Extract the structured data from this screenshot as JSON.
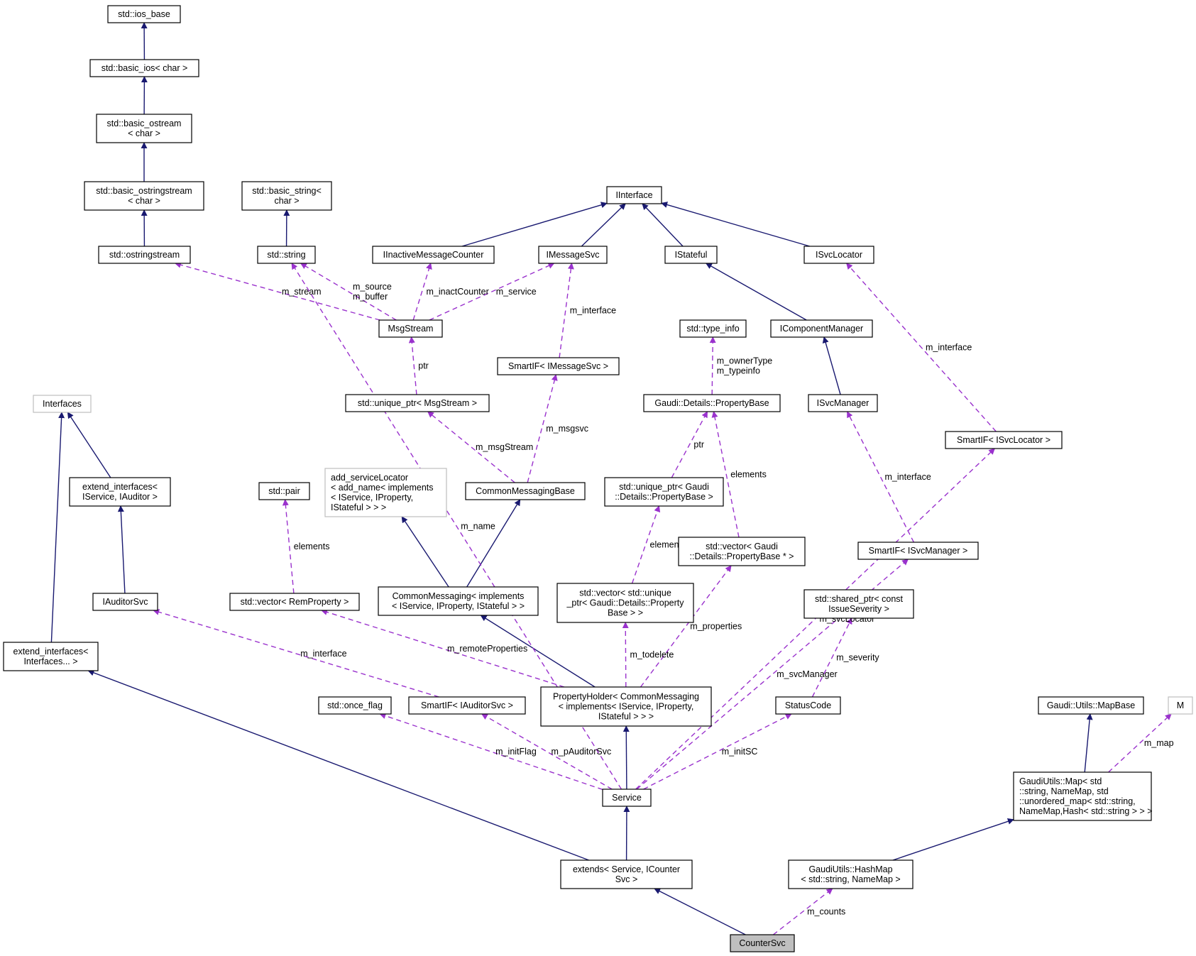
{
  "colors": {
    "inheritance_edge": "#191970",
    "usage_edge": "#9a32cd",
    "node_border": "#000000",
    "undocumented_node_border": "#bfbfbf",
    "focus_node_fill": "#bfbfbf"
  },
  "nodes": [
    {
      "id": "ios_base",
      "lines": [
        "std::ios_base"
      ]
    },
    {
      "id": "basic_ios",
      "lines": [
        "std::basic_ios< char >"
      ]
    },
    {
      "id": "basic_ostream",
      "lines": [
        "std::basic_ostream",
        "< char >"
      ]
    },
    {
      "id": "basic_ostringstream",
      "lines": [
        "std::basic_ostringstream",
        "< char >"
      ]
    },
    {
      "id": "ostringstream",
      "lines": [
        "std::ostringstream"
      ]
    },
    {
      "id": "basic_string",
      "lines": [
        "std::basic_string<",
        "char >"
      ]
    },
    {
      "id": "string",
      "lines": [
        "std::string"
      ]
    },
    {
      "id": "IInterface",
      "lines": [
        "IInterface"
      ]
    },
    {
      "id": "IInactiveMessageCounter",
      "lines": [
        "IInactiveMessageCounter"
      ]
    },
    {
      "id": "IMessageSvc",
      "lines": [
        "IMessageSvc"
      ]
    },
    {
      "id": "IStateful",
      "lines": [
        "IStateful"
      ]
    },
    {
      "id": "ISvcLocator",
      "lines": [
        "ISvcLocator"
      ]
    },
    {
      "id": "MsgStream",
      "lines": [
        "MsgStream"
      ]
    },
    {
      "id": "type_info",
      "lines": [
        "std::type_info"
      ]
    },
    {
      "id": "IComponentManager",
      "lines": [
        "IComponentManager"
      ]
    },
    {
      "id": "SmartIF_IMessageSvc",
      "lines": [
        "SmartIF< IMessageSvc >"
      ]
    },
    {
      "id": "Interfaces",
      "lines": [
        "Interfaces"
      ]
    },
    {
      "id": "unique_ptr_MsgStream",
      "lines": [
        "std::unique_ptr< MsgStream >"
      ]
    },
    {
      "id": "PropertyBase",
      "lines": [
        "Gaudi::Details::PropertyBase"
      ]
    },
    {
      "id": "ISvcManager",
      "lines": [
        "ISvcManager"
      ]
    },
    {
      "id": "SmartIF_ISvcLocator",
      "lines": [
        "SmartIF< ISvcLocator >"
      ]
    },
    {
      "id": "add_serviceLocator",
      "lines": [
        "add_serviceLocator",
        "< add_name< implements",
        "< IService, IProperty,",
        "IStateful > > >"
      ]
    },
    {
      "id": "extend_interfaces_IService",
      "lines": [
        "extend_interfaces<",
        "IService, IAuditor >"
      ]
    },
    {
      "id": "pair",
      "lines": [
        "std::pair"
      ]
    },
    {
      "id": "CommonMessagingBase",
      "lines": [
        "CommonMessagingBase"
      ]
    },
    {
      "id": "unique_ptr_PropertyBase",
      "lines": [
        "std::unique_ptr< Gaudi",
        "::Details::PropertyBase >"
      ]
    },
    {
      "id": "vector_PropertyBase_ptr",
      "lines": [
        "std::vector< Gaudi",
        "::Details::PropertyBase * >"
      ]
    },
    {
      "id": "SmartIF_ISvcManager",
      "lines": [
        "SmartIF< ISvcManager >"
      ]
    },
    {
      "id": "IAuditorSvc",
      "lines": [
        "IAuditorSvc"
      ]
    },
    {
      "id": "vector_RemProperty",
      "lines": [
        "std::vector< RemProperty >"
      ]
    },
    {
      "id": "CommonMessaging",
      "lines": [
        "CommonMessaging< implements",
        "< IService, IProperty, IStateful > >"
      ]
    },
    {
      "id": "vector_unique_ptr",
      "lines": [
        "std::vector< std::unique",
        "_ptr< Gaudi::Details::Property",
        "Base > >"
      ]
    },
    {
      "id": "shared_ptr_IssueSeverity",
      "lines": [
        "std::shared_ptr< const",
        "IssueSeverity >"
      ]
    },
    {
      "id": "extend_interfaces_Interfaces",
      "lines": [
        "extend_interfaces<",
        "Interfaces... >"
      ]
    },
    {
      "id": "once_flag",
      "lines": [
        "std::once_flag"
      ]
    },
    {
      "id": "SmartIF_IAuditorSvc",
      "lines": [
        "SmartIF< IAuditorSvc >"
      ]
    },
    {
      "id": "PropertyHolder",
      "lines": [
        "PropertyHolder< CommonMessaging",
        "< implements< IService, IProperty,",
        "IStateful > > >"
      ]
    },
    {
      "id": "StatusCode",
      "lines": [
        "StatusCode"
      ]
    },
    {
      "id": "MapBase",
      "lines": [
        "Gaudi::Utils::MapBase"
      ]
    },
    {
      "id": "M",
      "lines": [
        "M"
      ]
    },
    {
      "id": "Service",
      "lines": [
        "Service"
      ]
    },
    {
      "id": "GaudiUtils_Map",
      "lines": [
        "GaudiUtils::Map< std",
        "::string, NameMap, std",
        "::unordered_map< std::string,",
        "NameMap,Hash< std::string > > >"
      ]
    },
    {
      "id": "extends",
      "lines": [
        "extends< Service, ICounter",
        "Svc >"
      ]
    },
    {
      "id": "HashMap",
      "lines": [
        "GaudiUtils::HashMap",
        "< std::string, NameMap >"
      ]
    },
    {
      "id": "CounterSvc",
      "lines": [
        "CounterSvc"
      ]
    }
  ],
  "edges": [
    {
      "type": "inherit",
      "from": "basic_ios",
      "to": "ios_base",
      "label": []
    },
    {
      "type": "inherit",
      "from": "basic_ostream",
      "to": "basic_ios",
      "label": []
    },
    {
      "type": "inherit",
      "from": "basic_ostringstream",
      "to": "basic_ostream",
      "label": []
    },
    {
      "type": "inherit",
      "from": "ostringstream",
      "to": "basic_ostringstream",
      "label": []
    },
    {
      "type": "inherit",
      "from": "string",
      "to": "basic_string",
      "label": []
    },
    {
      "type": "inherit",
      "from": "IInactiveMessageCounter",
      "to": "IInterface",
      "label": []
    },
    {
      "type": "inherit",
      "from": "IMessageSvc",
      "to": "IInterface",
      "label": []
    },
    {
      "type": "inherit",
      "from": "IStateful",
      "to": "IInterface",
      "label": []
    },
    {
      "type": "inherit",
      "from": "ISvcLocator",
      "to": "IInterface",
      "label": []
    },
    {
      "type": "inherit",
      "from": "IComponentManager",
      "to": "IStateful",
      "label": []
    },
    {
      "type": "inherit",
      "from": "ISvcManager",
      "to": "IComponentManager",
      "label": []
    },
    {
      "type": "inherit",
      "from": "extend_interfaces_IService",
      "to": "Interfaces",
      "label": []
    },
    {
      "type": "inherit",
      "from": "extend_interfaces_Interfaces",
      "to": "Interfaces",
      "label": []
    },
    {
      "type": "inherit",
      "from": "IAuditorSvc",
      "to": "extend_interfaces_IService",
      "label": []
    },
    {
      "type": "inherit",
      "from": "CommonMessaging",
      "to": "add_serviceLocator",
      "label": []
    },
    {
      "type": "inherit",
      "from": "CommonMessaging",
      "to": "CommonMessagingBase",
      "label": []
    },
    {
      "type": "inherit",
      "from": "PropertyHolder",
      "to": "CommonMessaging",
      "label": []
    },
    {
      "type": "inherit",
      "from": "Service",
      "to": "PropertyHolder",
      "label": []
    },
    {
      "type": "inherit",
      "from": "extends",
      "to": "Service",
      "label": []
    },
    {
      "type": "inherit",
      "from": "extends",
      "to": "extend_interfaces_Interfaces",
      "label": []
    },
    {
      "type": "inherit",
      "from": "CounterSvc",
      "to": "extends",
      "label": []
    },
    {
      "type": "inherit",
      "from": "GaudiUtils_Map",
      "to": "MapBase",
      "label": []
    },
    {
      "type": "inherit",
      "from": "HashMap",
      "to": "GaudiUtils_Map",
      "label": []
    },
    {
      "type": "use",
      "from": "MsgStream",
      "to": "ostringstream",
      "label": [
        "m_stream"
      ]
    },
    {
      "type": "use",
      "from": "MsgStream",
      "to": "string",
      "label": [
        "m_source",
        "m_buffer"
      ]
    },
    {
      "type": "use",
      "from": "MsgStream",
      "to": "IInactiveMessageCounter",
      "label": [
        "m_inactCounter"
      ]
    },
    {
      "type": "use",
      "from": "MsgStream",
      "to": "IMessageSvc",
      "label": [
        "m_service"
      ]
    },
    {
      "type": "use",
      "from": "SmartIF_IMessageSvc",
      "to": "IMessageSvc",
      "label": [
        "m_interface"
      ]
    },
    {
      "type": "use",
      "from": "SmartIF_ISvcLocator",
      "to": "ISvcLocator",
      "label": [
        "m_interface"
      ]
    },
    {
      "type": "use",
      "from": "unique_ptr_MsgStream",
      "to": "MsgStream",
      "label": [
        "ptr"
      ]
    },
    {
      "type": "use",
      "from": "PropertyBase",
      "to": "type_info",
      "label": [
        "m_ownerType",
        "m_typeinfo"
      ]
    },
    {
      "type": "use",
      "from": "CommonMessagingBase",
      "to": "unique_ptr_MsgStream",
      "label": [
        "m_msgStream"
      ]
    },
    {
      "type": "use",
      "from": "CommonMessagingBase",
      "to": "SmartIF_IMessageSvc",
      "label": [
        "m_msgsvc"
      ]
    },
    {
      "type": "use",
      "from": "unique_ptr_PropertyBase",
      "to": "PropertyBase",
      "label": [
        "ptr"
      ]
    },
    {
      "type": "use",
      "from": "vector_PropertyBase_ptr",
      "to": "PropertyBase",
      "label": [
        "elements"
      ]
    },
    {
      "type": "use",
      "from": "SmartIF_ISvcManager",
      "to": "ISvcManager",
      "label": [
        "m_interface"
      ]
    },
    {
      "type": "use",
      "from": "vector_RemProperty",
      "to": "pair",
      "label": [
        "elements"
      ]
    },
    {
      "type": "use",
      "from": "vector_unique_ptr",
      "to": "unique_ptr_PropertyBase",
      "label": [
        "elements"
      ]
    },
    {
      "type": "use",
      "from": "SmartIF_IAuditorSvc",
      "to": "IAuditorSvc",
      "label": [
        "m_interface"
      ]
    },
    {
      "type": "use",
      "from": "PropertyHolder",
      "to": "vector_RemProperty",
      "label": [
        "m_remoteProperties"
      ]
    },
    {
      "type": "use",
      "from": "PropertyHolder",
      "to": "vector_unique_ptr",
      "label": [
        "m_todelete"
      ]
    },
    {
      "type": "use",
      "from": "PropertyHolder",
      "to": "vector_PropertyBase_ptr",
      "label": [
        "m_properties"
      ]
    },
    {
      "type": "use",
      "from": "StatusCode",
      "to": "shared_ptr_IssueSeverity",
      "label": [
        "m_severity"
      ]
    },
    {
      "type": "use",
      "from": "Service",
      "to": "string",
      "label": [
        "m_name"
      ]
    },
    {
      "type": "use",
      "from": "Service",
      "to": "once_flag",
      "label": [
        "m_initFlag"
      ]
    },
    {
      "type": "use",
      "from": "Service",
      "to": "SmartIF_IAuditorSvc",
      "label": [
        "m_pAuditorSvc"
      ]
    },
    {
      "type": "use",
      "from": "Service",
      "to": "StatusCode",
      "label": [
        "m_initSC"
      ]
    },
    {
      "type": "use",
      "from": "Service",
      "to": "SmartIF_ISvcManager",
      "label": [
        "m_svcManager"
      ]
    },
    {
      "type": "use",
      "from": "Service",
      "to": "SmartIF_ISvcLocator",
      "label": [
        "m_svcLocator"
      ]
    },
    {
      "type": "use",
      "from": "GaudiUtils_Map",
      "to": "M",
      "label": [
        "m_map"
      ]
    },
    {
      "type": "use",
      "from": "CounterSvc",
      "to": "HashMap",
      "label": [
        "m_counts"
      ]
    }
  ]
}
